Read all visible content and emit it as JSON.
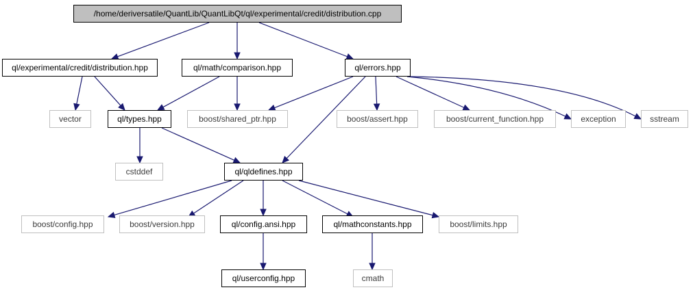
{
  "diagram": {
    "edge_color": "#191970",
    "nodes": {
      "root": {
        "label": "/home/deriversatile/QuantLib/QuantLibQt/ql/experimental/credit/distribution.cpp",
        "kind": "root"
      },
      "distribution_hpp": {
        "label": "ql/experimental/credit/distribution.hpp",
        "kind": "internal"
      },
      "comparison_hpp": {
        "label": "ql/math/comparison.hpp",
        "kind": "internal"
      },
      "errors_hpp": {
        "label": "ql/errors.hpp",
        "kind": "internal"
      },
      "vector": {
        "label": "vector",
        "kind": "external"
      },
      "types_hpp": {
        "label": "ql/types.hpp",
        "kind": "internal"
      },
      "shared_ptr_hpp": {
        "label": "boost/shared_ptr.hpp",
        "kind": "external"
      },
      "assert_hpp": {
        "label": "boost/assert.hpp",
        "kind": "external"
      },
      "current_function_hpp": {
        "label": "boost/current_function.hpp",
        "kind": "external"
      },
      "exception": {
        "label": "exception",
        "kind": "external"
      },
      "sstream": {
        "label": "sstream",
        "kind": "external"
      },
      "cstddef": {
        "label": "cstddef",
        "kind": "external"
      },
      "qldefines_hpp": {
        "label": "ql/qldefines.hpp",
        "kind": "internal"
      },
      "config_hpp": {
        "label": "boost/config.hpp",
        "kind": "external"
      },
      "version_hpp": {
        "label": "boost/version.hpp",
        "kind": "external"
      },
      "config_ansi_hpp": {
        "label": "ql/config.ansi.hpp",
        "kind": "internal"
      },
      "mathconstants_hpp": {
        "label": "ql/mathconstants.hpp",
        "kind": "internal"
      },
      "limits_hpp": {
        "label": "boost/limits.hpp",
        "kind": "external"
      },
      "userconfig_hpp": {
        "label": "ql/userconfig.hpp",
        "kind": "internal"
      },
      "cmath": {
        "label": "cmath",
        "kind": "external"
      }
    },
    "edges": [
      {
        "from": "root",
        "to": "distribution_hpp"
      },
      {
        "from": "root",
        "to": "comparison_hpp"
      },
      {
        "from": "root",
        "to": "errors_hpp"
      },
      {
        "from": "distribution_hpp",
        "to": "vector"
      },
      {
        "from": "distribution_hpp",
        "to": "types_hpp"
      },
      {
        "from": "comparison_hpp",
        "to": "types_hpp"
      },
      {
        "from": "comparison_hpp",
        "to": "shared_ptr_hpp"
      },
      {
        "from": "errors_hpp",
        "to": "shared_ptr_hpp"
      },
      {
        "from": "errors_hpp",
        "to": "qldefines_hpp"
      },
      {
        "from": "errors_hpp",
        "to": "assert_hpp"
      },
      {
        "from": "errors_hpp",
        "to": "current_function_hpp"
      },
      {
        "from": "errors_hpp",
        "to": "exception"
      },
      {
        "from": "errors_hpp",
        "to": "sstream"
      },
      {
        "from": "types_hpp",
        "to": "cstddef"
      },
      {
        "from": "types_hpp",
        "to": "qldefines_hpp"
      },
      {
        "from": "qldefines_hpp",
        "to": "config_hpp"
      },
      {
        "from": "qldefines_hpp",
        "to": "version_hpp"
      },
      {
        "from": "qldefines_hpp",
        "to": "config_ansi_hpp"
      },
      {
        "from": "qldefines_hpp",
        "to": "mathconstants_hpp"
      },
      {
        "from": "qldefines_hpp",
        "to": "limits_hpp"
      },
      {
        "from": "config_ansi_hpp",
        "to": "userconfig_hpp"
      },
      {
        "from": "mathconstants_hpp",
        "to": "cmath"
      }
    ]
  }
}
